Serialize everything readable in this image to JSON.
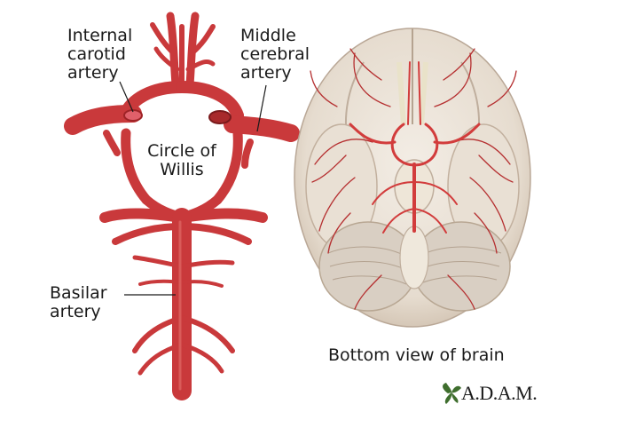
{
  "labels": {
    "internal_carotid": "Internal\ncarotid\nartery",
    "middle_cerebral": "Middle\ncerebral\nartery",
    "circle_of_willis": "Circle of\nWillis",
    "basilar": "Basilar\nartery",
    "caption": "Bottom view of brain"
  },
  "logo": {
    "text": "A.D.A.M."
  },
  "colors": {
    "artery": "#c9393b",
    "artery_dark": "#9e2326",
    "artery_highlight": "#e06a66",
    "brain": "#ece4da",
    "brain_shadow": "#c8b9aa",
    "leader": "#1a1a1a"
  }
}
